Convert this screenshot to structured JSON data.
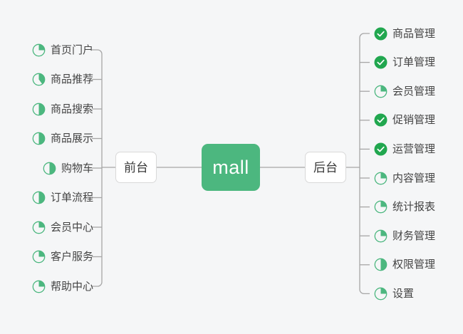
{
  "diagram": {
    "type": "mindmap",
    "background_color": "#f5f6f7",
    "accent_color": "#4cb77f",
    "connector_color": "#a6a6a6",
    "root": {
      "label": "mall",
      "text_color": "#ffffff",
      "fill_color": "#4cb77f"
    },
    "branches": [
      {
        "label": "前台",
        "side": "left"
      },
      {
        "label": "后台",
        "side": "right"
      }
    ]
  },
  "left_branch": {
    "label": "前台",
    "items": [
      {
        "label": "首页门户",
        "icon": "progress-pie-icon",
        "progress": 25,
        "state": "in-progress"
      },
      {
        "label": "商品推荐",
        "icon": "progress-pie-icon",
        "progress": 40,
        "state": "in-progress"
      },
      {
        "label": "商品搜索",
        "icon": "progress-pie-icon",
        "progress": 50,
        "state": "in-progress"
      },
      {
        "label": "商品展示",
        "icon": "progress-pie-icon",
        "progress": 50,
        "state": "in-progress"
      },
      {
        "label": "购物车",
        "icon": "progress-pie-icon",
        "progress": 50,
        "state": "in-progress"
      },
      {
        "label": "订单流程",
        "icon": "progress-pie-icon",
        "progress": 50,
        "state": "in-progress"
      },
      {
        "label": "会员中心",
        "icon": "progress-pie-icon",
        "progress": 25,
        "state": "in-progress"
      },
      {
        "label": "客户服务",
        "icon": "progress-pie-icon",
        "progress": 25,
        "state": "in-progress"
      },
      {
        "label": "帮助中心",
        "icon": "progress-pie-icon",
        "progress": 25,
        "state": "in-progress"
      }
    ]
  },
  "right_branch": {
    "label": "后台",
    "items": [
      {
        "label": "商品管理",
        "icon": "check-circle-icon",
        "progress": 100,
        "state": "complete"
      },
      {
        "label": "订单管理",
        "icon": "check-circle-icon",
        "progress": 100,
        "state": "complete"
      },
      {
        "label": "会员管理",
        "icon": "progress-pie-icon",
        "progress": 25,
        "state": "in-progress"
      },
      {
        "label": "促销管理",
        "icon": "check-circle-icon",
        "progress": 100,
        "state": "complete"
      },
      {
        "label": "运营管理",
        "icon": "check-circle-icon",
        "progress": 100,
        "state": "complete"
      },
      {
        "label": "内容管理",
        "icon": "progress-pie-icon",
        "progress": 25,
        "state": "in-progress"
      },
      {
        "label": "统计报表",
        "icon": "progress-pie-icon",
        "progress": 25,
        "state": "in-progress"
      },
      {
        "label": "财务管理",
        "icon": "progress-pie-icon",
        "progress": 25,
        "state": "in-progress"
      },
      {
        "label": "权限管理",
        "icon": "progress-pie-icon",
        "progress": 50,
        "state": "in-progress"
      },
      {
        "label": "设置",
        "icon": "progress-pie-icon",
        "progress": 25,
        "state": "in-progress"
      }
    ]
  }
}
